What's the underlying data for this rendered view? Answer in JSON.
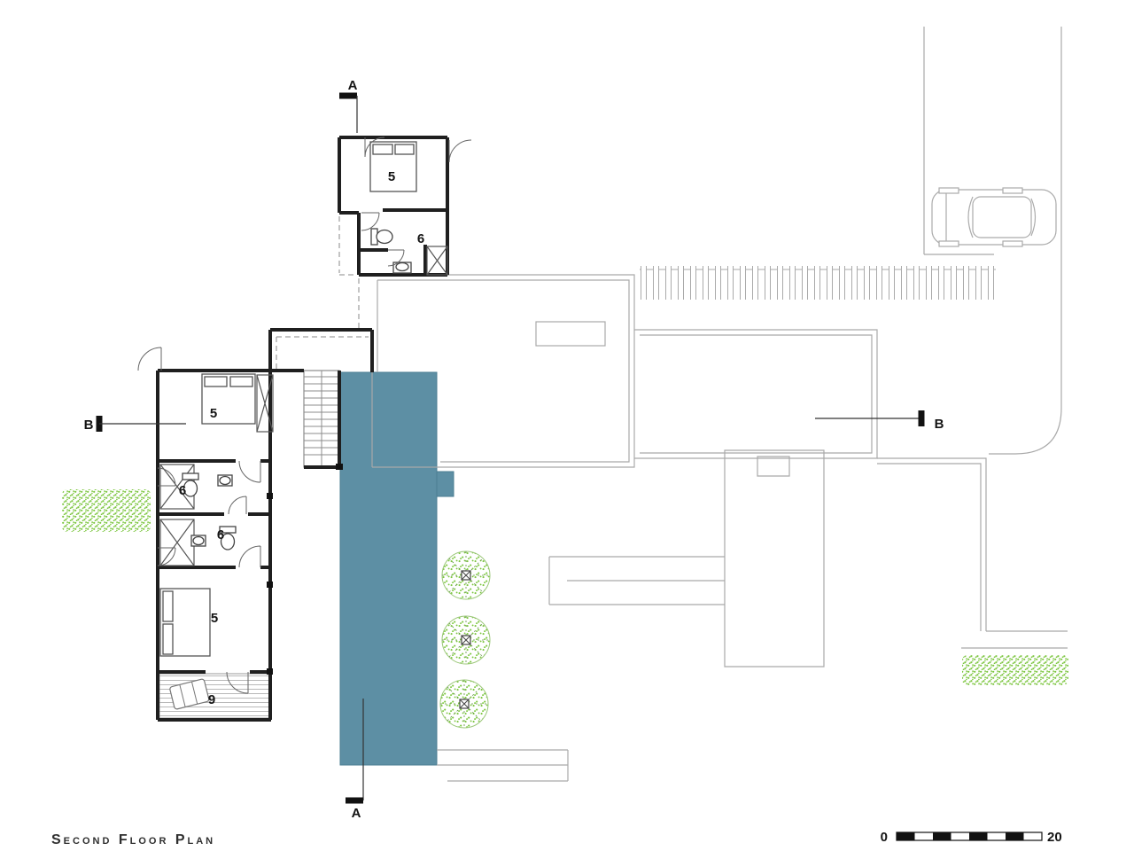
{
  "title": "Second Floor Plan",
  "colors": {
    "pool": "#5d8fa4",
    "vegetation": "#7cc63f"
  },
  "section_markers": {
    "a_top": "A",
    "a_bottom": "A",
    "b_left": "B",
    "b_right": "B"
  },
  "rooms": [
    {
      "label": "5",
      "name": "bedroom-north"
    },
    {
      "label": "6",
      "name": "bathroom-north"
    },
    {
      "label": "5",
      "name": "bedroom-west-upper"
    },
    {
      "label": "6",
      "name": "bathroom-west-upper"
    },
    {
      "label": "6",
      "name": "bathroom-west-lower"
    },
    {
      "label": "5",
      "name": "bedroom-west-lower"
    },
    {
      "label": "9",
      "name": "deck"
    }
  ],
  "scale_bar": {
    "start": "0",
    "end": "20"
  }
}
